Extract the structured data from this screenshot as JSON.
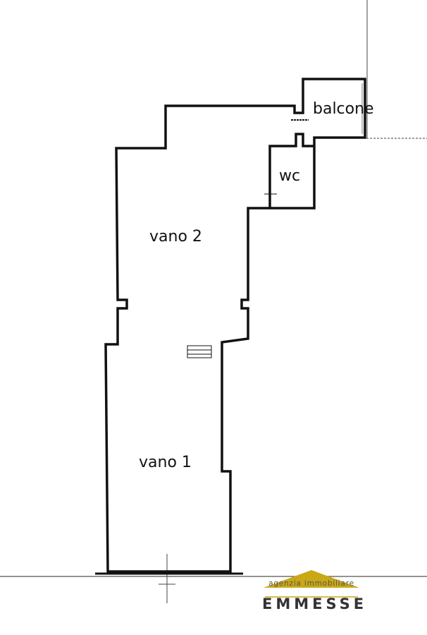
{
  "rooms": {
    "balcone": "balcone",
    "wc": "wc",
    "vano2": "vano 2",
    "vano1": "vano 1"
  },
  "logo": {
    "subtitle": "agenzia immobiliare",
    "name": "EMMESSE",
    "roof_color": "#c9a816",
    "text_color": "#333333"
  }
}
